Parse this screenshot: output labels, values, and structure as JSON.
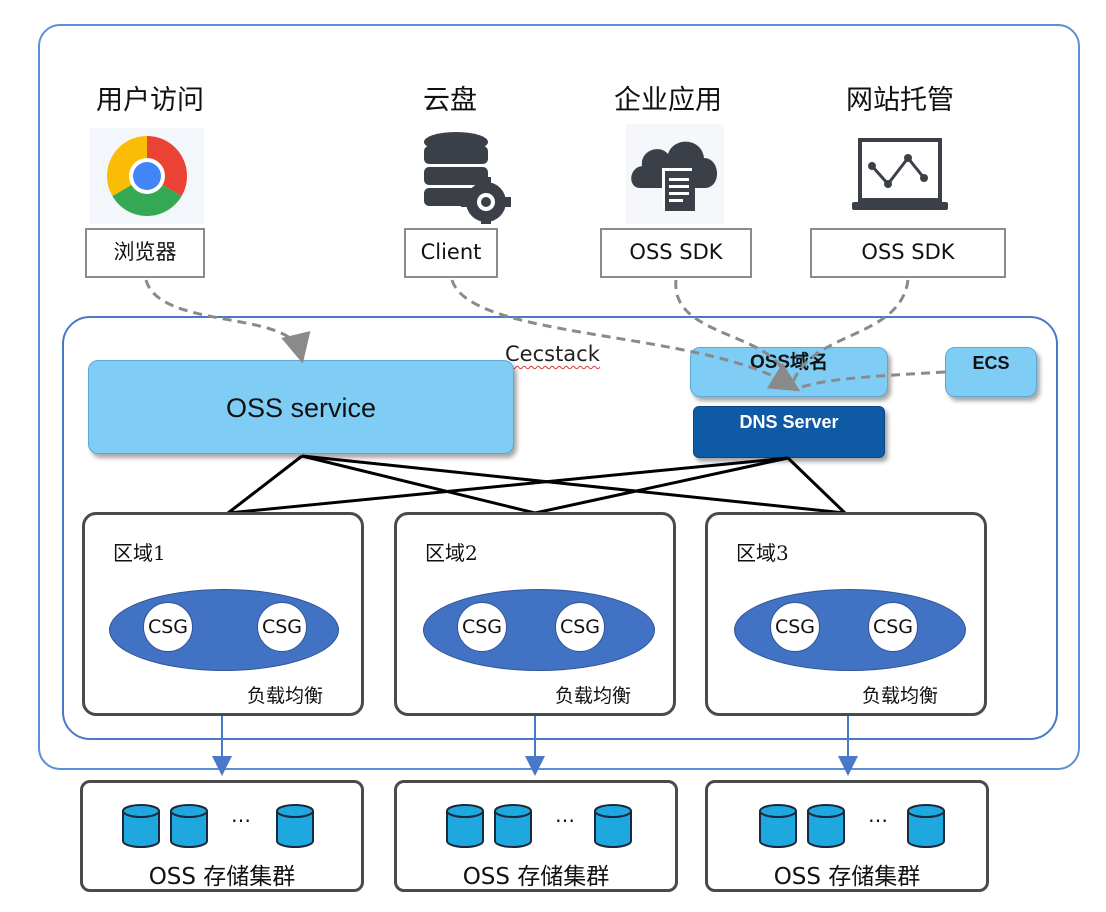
{
  "cloud_label": "Cecstack",
  "clients": [
    {
      "title": "用户访问",
      "box": "浏览器",
      "icon": "chrome-browser-icon"
    },
    {
      "title": "云盘",
      "box": "Client",
      "icon": "database-gear-icon"
    },
    {
      "title": "企业应用",
      "box": "OSS SDK",
      "icon": "cloud-document-icon"
    },
    {
      "title": "网站托管",
      "box": "OSS SDK",
      "icon": "laptop-chart-icon"
    }
  ],
  "services": {
    "oss_service": "OSS service",
    "oss_domain": "OSS域名",
    "ecs": "ECS",
    "dns_server": "DNS Server"
  },
  "regions": [
    {
      "label": "区域1",
      "csg_left": "CSG",
      "csg_right": "CSG",
      "lb": "负载均衡"
    },
    {
      "label": "区域2",
      "csg_left": "CSG",
      "csg_right": "CSG",
      "lb": "负载均衡"
    },
    {
      "label": "区域3",
      "csg_left": "CSG",
      "csg_right": "CSG",
      "lb": "负载均衡"
    }
  ],
  "storage": [
    {
      "label": "OSS 存储集群",
      "ellipsis": "…"
    },
    {
      "label": "OSS 存储集群",
      "ellipsis": "…"
    },
    {
      "label": "OSS 存储集群",
      "ellipsis": "…"
    }
  ],
  "colors": {
    "outer_border": "#5b8fd6",
    "service_fill": "#7fcdf5",
    "dns_fill": "#0e5aa5",
    "ellipse_fill": "#4272c4",
    "disk_fill": "#1fa7e0",
    "arrow": "#4a78c8",
    "dashed": "#8a8a8a"
  }
}
